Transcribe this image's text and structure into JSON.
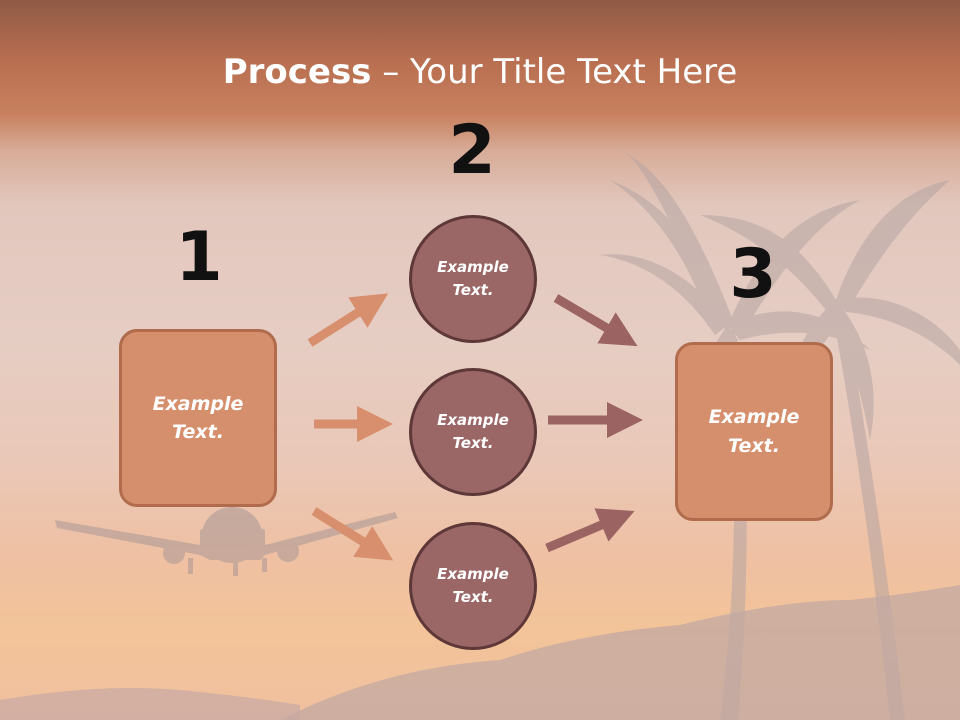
{
  "slide": {
    "title_bold": "Process",
    "title_rest": " – Your Title Text Here",
    "steps": [
      {
        "number": "1"
      },
      {
        "number": "2"
      },
      {
        "number": "3"
      }
    ],
    "left_box": {
      "text": "Example\nText."
    },
    "circles": [
      {
        "text": "Example\nText."
      },
      {
        "text": "Example\nText."
      },
      {
        "text": "Example\nText."
      }
    ],
    "right_box": {
      "text": "Example\nText."
    }
  },
  "colors": {
    "box_fill": "#d58f6c",
    "box_border": "#b06c4c",
    "circle_fill": "#9a6666",
    "circle_border": "#5e3838",
    "arrow_orange": "#d88f6e",
    "arrow_mauve": "#9b6462",
    "number_color": "#111111"
  }
}
